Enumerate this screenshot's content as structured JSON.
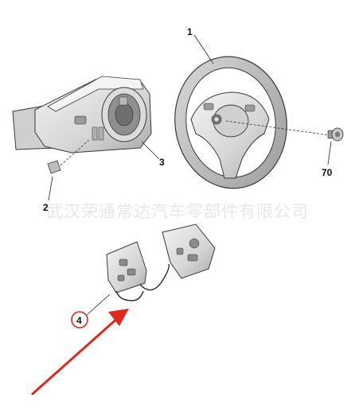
{
  "callouts": {
    "c1": "1",
    "c2": "2",
    "c3": "3",
    "c4": "4",
    "c70": "70"
  },
  "watermark": "武汉荣通常达汽车零部件有限公司",
  "colors": {
    "part_fill": "#e6e6e6",
    "part_shade": "#bdbdbd",
    "part_dark": "#8a8a8a",
    "outline": "#3a3a3a",
    "leader": "#222222",
    "highlight": "#e0281e"
  },
  "parts": [
    {
      "callout": "1",
      "name": "steering-wheel"
    },
    {
      "callout": "2",
      "name": "clip"
    },
    {
      "callout": "3",
      "name": "steering-column-cowl"
    },
    {
      "callout": "4",
      "name": "steering-wheel-control-switches"
    },
    {
      "callout": "70",
      "name": "screw"
    }
  ]
}
